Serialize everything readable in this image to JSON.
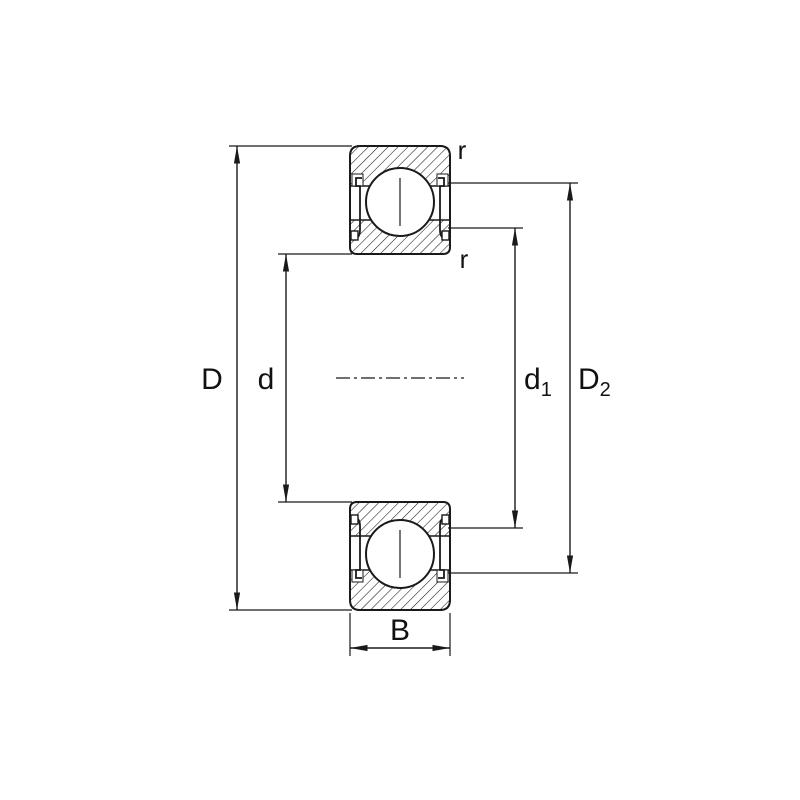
{
  "diagram": {
    "figure": "ball-bearing-cross-section-with-shields",
    "colors": {
      "line": "#1a1a1a",
      "background": "#ffffff"
    },
    "labels": {
      "D": "D",
      "d": "d",
      "d1": {
        "main": "d",
        "sub": "1"
      },
      "D2": {
        "main": "D",
        "sub": "2"
      },
      "B": "B",
      "r_outer": "r",
      "r_inner": "r"
    }
  }
}
